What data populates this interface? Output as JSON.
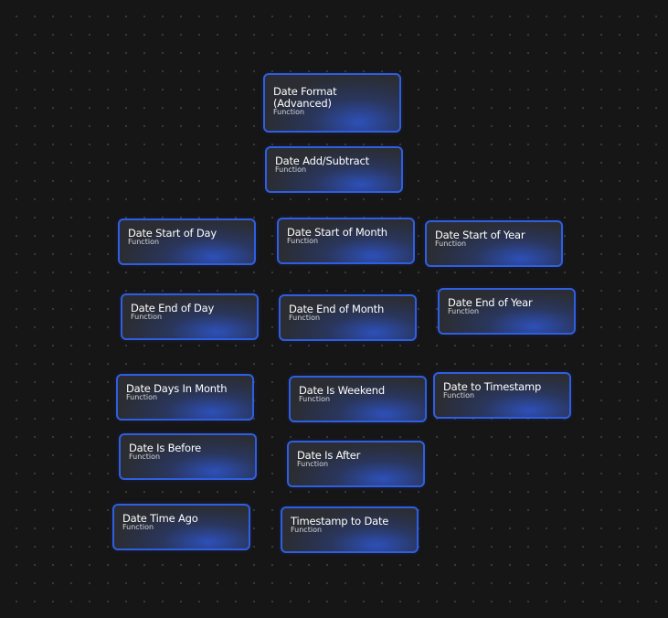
{
  "nodes": [
    {
      "title": "Date Format (Advanced)",
      "type": "Function"
    },
    {
      "title": "Date Add/Subtract",
      "type": "Function"
    },
    {
      "title": "Date Start of Day",
      "type": "Function"
    },
    {
      "title": "Date Start of Month",
      "type": "Function"
    },
    {
      "title": "Date Start of Year",
      "type": "Function"
    },
    {
      "title": "Date End of Day",
      "type": "Function"
    },
    {
      "title": "Date End of Month",
      "type": "Function"
    },
    {
      "title": "Date End of Year",
      "type": "Function"
    },
    {
      "title": "Date Days In Month",
      "type": "Function"
    },
    {
      "title": "Date Is Weekend",
      "type": "Function"
    },
    {
      "title": "Date to Timestamp",
      "type": "Function"
    },
    {
      "title": "Date Is Before",
      "type": "Function"
    },
    {
      "title": "Date Is After",
      "type": "Function"
    },
    {
      "title": "Date Time Ago",
      "type": "Function"
    },
    {
      "title": "Timestamp to Date",
      "type": "Function"
    }
  ],
  "colors": {
    "node_border": "#2f5fe0",
    "node_fill": "#2b2d32",
    "canvas": "#161616",
    "glow": "#2e5ce6"
  }
}
